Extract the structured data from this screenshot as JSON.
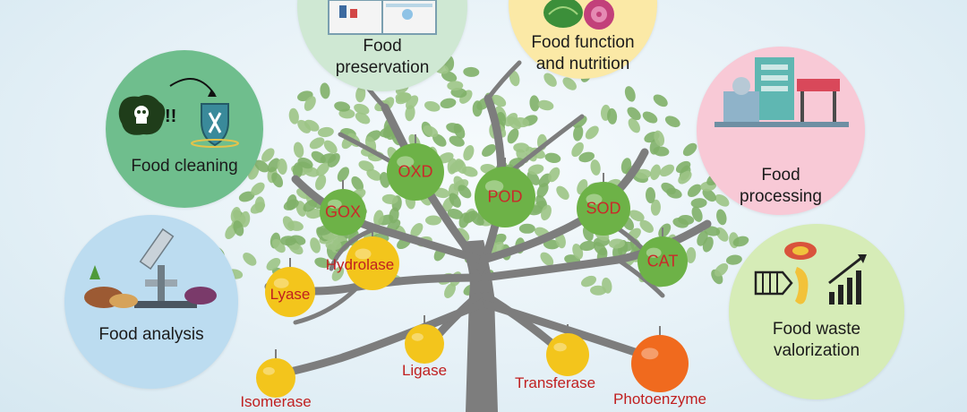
{
  "applications": [
    {
      "id": "preservation",
      "label": "Food\npreservation",
      "color": "#cfe8d3",
      "icon": "fridge-icon"
    },
    {
      "id": "nutrition",
      "label": "Food function\nand nutrition",
      "color": "#fbe9a6",
      "icon": "vegetables-icon"
    },
    {
      "id": "cleaning",
      "label": "Food cleaning",
      "color": "#6fbe8d",
      "icon": "detox-shield-icon"
    },
    {
      "id": "processing",
      "label": "Food\nprocessing",
      "color": "#f8c9d6",
      "icon": "factory-icon"
    },
    {
      "id": "analysis",
      "label": "Food analysis",
      "color": "#bcdcf0",
      "icon": "microscope-icon"
    },
    {
      "id": "waste",
      "label": "Food waste\nvalorization",
      "color": "#d6ecb7",
      "icon": "waste-growth-icon"
    }
  ],
  "enzymes": [
    {
      "id": "oxd",
      "label": "OXD",
      "fruit": "green"
    },
    {
      "id": "pod",
      "label": "POD",
      "fruit": "green"
    },
    {
      "id": "gox",
      "label": "GOX",
      "fruit": "green"
    },
    {
      "id": "sod",
      "label": "SOD",
      "fruit": "green"
    },
    {
      "id": "cat",
      "label": "CAT",
      "fruit": "green"
    },
    {
      "id": "hydrolase",
      "label": "Hydrolase",
      "fruit": "yellow"
    },
    {
      "id": "lyase",
      "label": "Lyase",
      "fruit": "yellow"
    },
    {
      "id": "ligase",
      "label": "Ligase",
      "fruit": "yellow"
    },
    {
      "id": "isomerase",
      "label": "Isomerase",
      "fruit": "yellow"
    },
    {
      "id": "transferase",
      "label": "Transferase",
      "fruit": "yellow"
    },
    {
      "id": "photoenzyme",
      "label": "Photoenzyme",
      "fruit": "orange"
    }
  ],
  "colors": {
    "trunk": "#7d7d7d",
    "leaf": "#9cc485",
    "leaf_dark": "#7fb068",
    "fruit_green": "#6db247",
    "fruit_yellow": "#f3c51c",
    "fruit_orange": "#f06a1e",
    "label_red": "#c02020"
  }
}
